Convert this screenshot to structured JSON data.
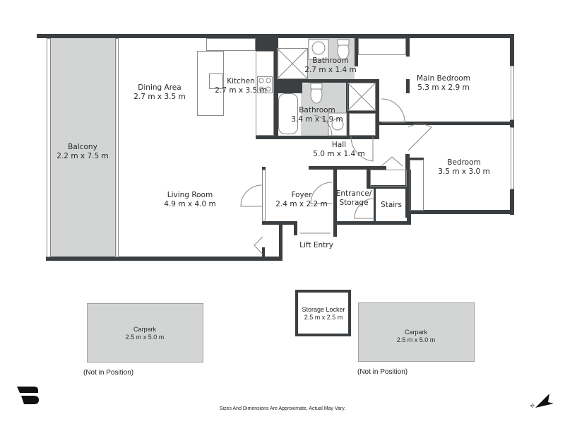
{
  "floorplan": {
    "rooms": [
      {
        "id": "balcony",
        "name": "Balcony",
        "dims": "2.2 m x 7.5 m"
      },
      {
        "id": "dining",
        "name": "Dining Area",
        "dims": "2.7 m x 3.5 m"
      },
      {
        "id": "kitchen",
        "name": "Kitchen",
        "dims": "2.7 m x 3.5 m"
      },
      {
        "id": "bathroom1",
        "name": "Bathroom",
        "dims": "2.7 m x 1.4 m"
      },
      {
        "id": "bathroom2",
        "name": "Bathroom",
        "dims": "3.4 m x 1.9 m"
      },
      {
        "id": "main_bedroom",
        "name": "Main Bedroom",
        "dims": "5.3 m x 2.9 m"
      },
      {
        "id": "hall",
        "name": "Hall",
        "dims": "5.0 m x 1.4 m"
      },
      {
        "id": "bedroom",
        "name": "Bedroom",
        "dims": "3.5 m x 3.0 m"
      },
      {
        "id": "living",
        "name": "Living Room",
        "dims": "4.9 m x 4.0 m"
      },
      {
        "id": "foyer",
        "name": "Foyer",
        "dims": "2.4 m x 2.2 m"
      },
      {
        "id": "entrance",
        "name": "Entrance/",
        "name2": "Storage"
      },
      {
        "id": "stairs",
        "name": "Stairs"
      },
      {
        "id": "lift",
        "name": "Lift Entry"
      }
    ],
    "extras": [
      {
        "id": "carpark1",
        "name": "Carpark",
        "dims": "2.5 m x 5.0 m",
        "note": "(Not in Position)"
      },
      {
        "id": "locker",
        "name": "Storage Locker",
        "dims": "2.5 m x 2.5 m"
      },
      {
        "id": "carpark2",
        "name": "Carpark",
        "dims": "2.5 m x 5.0 m",
        "note": "(Not in Position)"
      }
    ],
    "disclaimer": "Sizes And Dimensions Are Approximate, Actual May Vary.",
    "compass_label": "N",
    "colors": {
      "wall": "#3c3f41",
      "shaded_area": "#d3d4d4",
      "carpark_fill": "#d3d4d4",
      "carpark_border": "#a0a0a0"
    }
  }
}
